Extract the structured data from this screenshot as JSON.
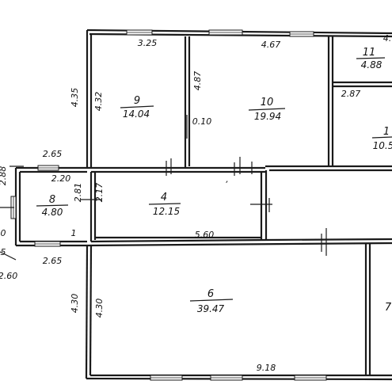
{
  "rooms": {
    "r9": {
      "number": "9",
      "area": "14.04"
    },
    "r10": {
      "number": "10",
      "area": "19.94"
    },
    "r11": {
      "number": "11",
      "area": "4.88"
    },
    "r12": {
      "number": "1",
      "area": "10.5"
    },
    "r4": {
      "number": "4",
      "area": "12.15"
    },
    "r8": {
      "number": "8",
      "area": "4.80"
    },
    "r6": {
      "number": "6",
      "area": "39.47"
    },
    "r7": {
      "number": "7"
    }
  },
  "dimensions": {
    "d_325": "3.25",
    "d_467": "4.67",
    "d_a": "4.",
    "d_435": "4.35",
    "d_432": "4.32",
    "d_487": "4.87",
    "d_010": "0.10",
    "d_287": "2.87",
    "d_265_top": "2.65",
    "d_220": "2.20",
    "d_288": "2.88",
    "d_281": "2.81",
    "d_217": "2.17",
    "d_560": "5.60",
    "d_265_bot": "2.65",
    "d_260": "2.60",
    "d_0": "0",
    "d_5": "5",
    "d_430_out": "4.30",
    "d_430_in": "4.30",
    "d_918": "9.18"
  },
  "marks": {
    "m_1": "1",
    "m_comma": ","
  }
}
